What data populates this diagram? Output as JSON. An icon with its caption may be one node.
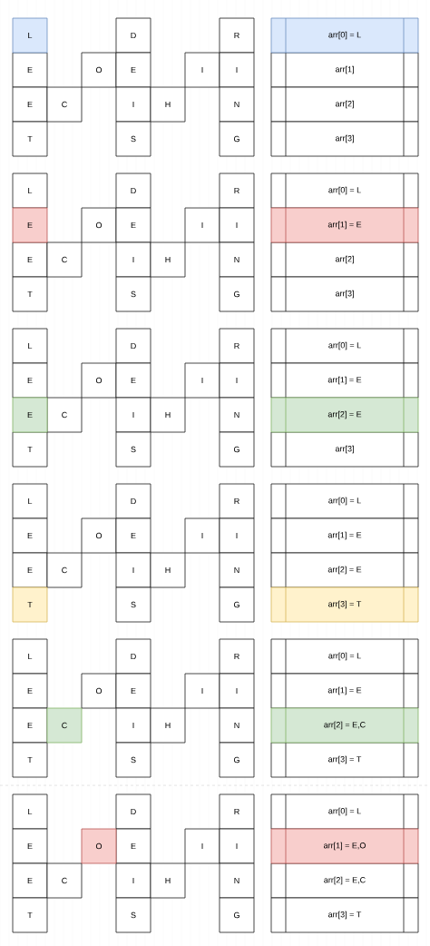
{
  "diagram": {
    "nodes": [
      {
        "text": [
          "L"
        ]
      },
      {
        "text": [
          "D"
        ]
      },
      {
        "text": [
          "R"
        ]
      },
      {
        "text": [
          "E"
        ]
      },
      {
        "text": [
          "O"
        ]
      },
      {
        "text": [
          "E"
        ]
      },
      {
        "text": [
          "I"
        ]
      },
      {
        "text": [
          "I"
        ]
      },
      {
        "text": [
          "E"
        ]
      },
      {
        "text": [
          "C"
        ]
      },
      {
        "text": [
          "I"
        ]
      },
      {
        "text": [
          "H"
        ]
      },
      {
        "text": [
          "N"
        ]
      },
      {
        "text": [
          "T"
        ]
      },
      {
        "text": [
          "S"
        ]
      },
      {
        "text": [
          "G"
        ]
      },
      {
        "text": [
          "arr[0] = L"
        ]
      },
      {
        "text": [
          "arr[1]"
        ]
      },
      {
        "text": [
          "arr[2]"
        ]
      },
      {
        "text": [
          "arr[3]"
        ]
      },
      {
        "text": [
          "L"
        ]
      },
      {
        "text": [
          "D"
        ]
      },
      {
        "text": [
          "R"
        ]
      },
      {
        "text": [
          "E"
        ]
      },
      {
        "text": [
          "O"
        ]
      },
      {
        "text": [
          "E"
        ]
      },
      {
        "text": [
          "I"
        ]
      },
      {
        "text": [
          "I"
        ]
      },
      {
        "text": [
          "E"
        ]
      },
      {
        "text": [
          "C"
        ]
      },
      {
        "text": [
          "I"
        ]
      },
      {
        "text": [
          "H"
        ]
      },
      {
        "text": [
          "N"
        ]
      },
      {
        "text": [
          "T"
        ]
      },
      {
        "text": [
          "S"
        ]
      },
      {
        "text": [
          "G"
        ]
      },
      {
        "text": [
          "arr[0] = L"
        ]
      },
      {
        "text": [
          "arr[1] = E"
        ]
      },
      {
        "text": [
          "arr[2]"
        ]
      },
      {
        "text": [
          "arr[3]"
        ]
      },
      {
        "text": [
          "L"
        ]
      },
      {
        "text": [
          "D"
        ]
      },
      {
        "text": [
          "R"
        ]
      },
      {
        "text": [
          "E"
        ]
      },
      {
        "text": [
          "O"
        ]
      },
      {
        "text": [
          "E"
        ]
      },
      {
        "text": [
          "I"
        ]
      },
      {
        "text": [
          "I"
        ]
      },
      {
        "text": [
          "E"
        ]
      },
      {
        "text": [
          "C"
        ]
      },
      {
        "text": [
          "I"
        ]
      },
      {
        "text": [
          "H"
        ]
      },
      {
        "text": [
          "N"
        ]
      },
      {
        "text": [
          "T"
        ]
      },
      {
        "text": [
          "S"
        ]
      },
      {
        "text": [
          "G"
        ]
      },
      {
        "text": [
          "arr[0] = L"
        ]
      },
      {
        "text": [
          "arr[1] = E"
        ]
      },
      {
        "text": [
          "arr[2] = E"
        ]
      },
      {
        "text": [
          "arr[3]"
        ]
      },
      {
        "text": [
          "L"
        ]
      },
      {
        "text": [
          "D"
        ]
      },
      {
        "text": [
          "R"
        ]
      },
      {
        "text": [
          "E"
        ]
      },
      {
        "text": [
          "O"
        ]
      },
      {
        "text": [
          "E"
        ]
      },
      {
        "text": [
          "I"
        ]
      },
      {
        "text": [
          "I"
        ]
      },
      {
        "text": [
          "E"
        ]
      },
      {
        "text": [
          "C"
        ]
      },
      {
        "text": [
          "I"
        ]
      },
      {
        "text": [
          "H"
        ]
      },
      {
        "text": [
          "N"
        ]
      },
      {
        "text": [
          "T"
        ]
      },
      {
        "text": [
          "S"
        ]
      },
      {
        "text": [
          "G"
        ]
      },
      {
        "text": [
          "arr[0] = L"
        ]
      },
      {
        "text": [
          "arr[1] = E"
        ]
      },
      {
        "text": [
          "arr[2] = E"
        ]
      },
      {
        "text": [
          "arr[3] = T"
        ]
      },
      {
        "text": [
          "L"
        ]
      },
      {
        "text": [
          "D"
        ]
      },
      {
        "text": [
          "R"
        ]
      },
      {
        "text": [
          "E"
        ]
      },
      {
        "text": [
          "O"
        ]
      },
      {
        "text": [
          "E"
        ]
      },
      {
        "text": [
          "I"
        ]
      },
      {
        "text": [
          "I"
        ]
      },
      {
        "text": [
          "E"
        ]
      },
      {
        "text": [
          "C"
        ]
      },
      {
        "text": [
          "I"
        ]
      },
      {
        "text": [
          "H"
        ]
      },
      {
        "text": [
          "N"
        ]
      },
      {
        "text": [
          "T"
        ]
      },
      {
        "text": [
          "S"
        ]
      },
      {
        "text": [
          "G"
        ]
      },
      {
        "text": [
          "arr[0] = L"
        ]
      },
      {
        "text": [
          "arr[1] = E"
        ]
      },
      {
        "text": [
          "arr[2] = E,C"
        ]
      },
      {
        "text": [
          "arr[3] = T"
        ]
      },
      {
        "text": [
          "L"
        ]
      },
      {
        "text": [
          "D"
        ]
      },
      {
        "text": [
          "R"
        ]
      },
      {
        "text": [
          "E"
        ]
      },
      {
        "text": [
          "O"
        ]
      },
      {
        "text": [
          "E"
        ]
      },
      {
        "text": [
          "I"
        ]
      },
      {
        "text": [
          "I"
        ]
      },
      {
        "text": [
          "E"
        ]
      },
      {
        "text": [
          "C"
        ]
      },
      {
        "text": [
          "I"
        ]
      },
      {
        "text": [
          "H"
        ]
      },
      {
        "text": [
          "N"
        ]
      },
      {
        "text": [
          "T"
        ]
      },
      {
        "text": [
          "S"
        ]
      },
      {
        "text": [
          "G"
        ]
      },
      {
        "text": [
          "arr[0] = L"
        ]
      },
      {
        "text": [
          "arr[1] = E,O"
        ]
      },
      {
        "text": [
          "arr[2] = E,C"
        ]
      },
      {
        "text": [
          "arr[3] = T"
        ]
      }
    ]
  }
}
